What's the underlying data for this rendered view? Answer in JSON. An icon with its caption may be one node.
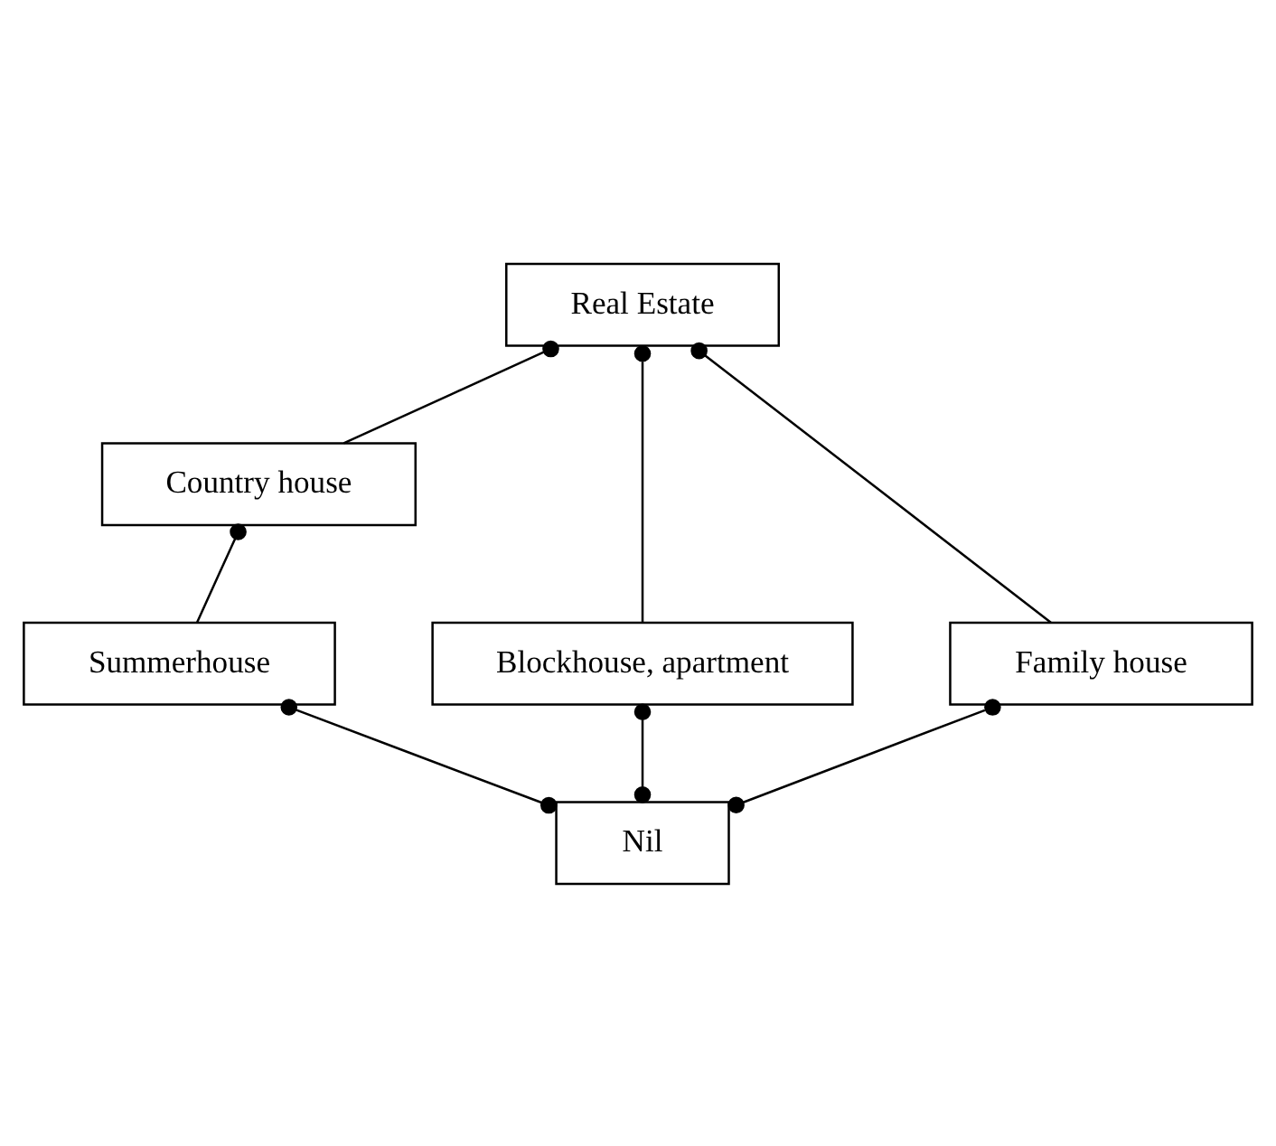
{
  "diagram": {
    "nodes": [
      {
        "text": [
          "Real Estate"
        ]
      },
      {
        "text": [
          "Country house"
        ]
      },
      {
        "text": [
          "Blockhouse, apartment"
        ]
      },
      {
        "text": [
          "Family house"
        ]
      },
      {
        "text": [
          "Summerhouse"
        ]
      },
      {
        "text": [
          "Nil"
        ]
      }
    ],
    "edges": [
      {
        "from": 0,
        "to": 1,
        "arrow": "other"
      },
      {
        "from": 0,
        "to": 2,
        "arrow": "other"
      },
      {
        "from": 0,
        "to": 3,
        "arrow": "other"
      },
      {
        "from": 1,
        "to": 4,
        "arrow": "other"
      },
      {
        "from": 2,
        "to": 5,
        "arrow": "other"
      },
      {
        "from": 4,
        "to": 5,
        "arrow": "other"
      },
      {
        "from": 3,
        "to": 5,
        "arrow": "other"
      }
    ]
  }
}
